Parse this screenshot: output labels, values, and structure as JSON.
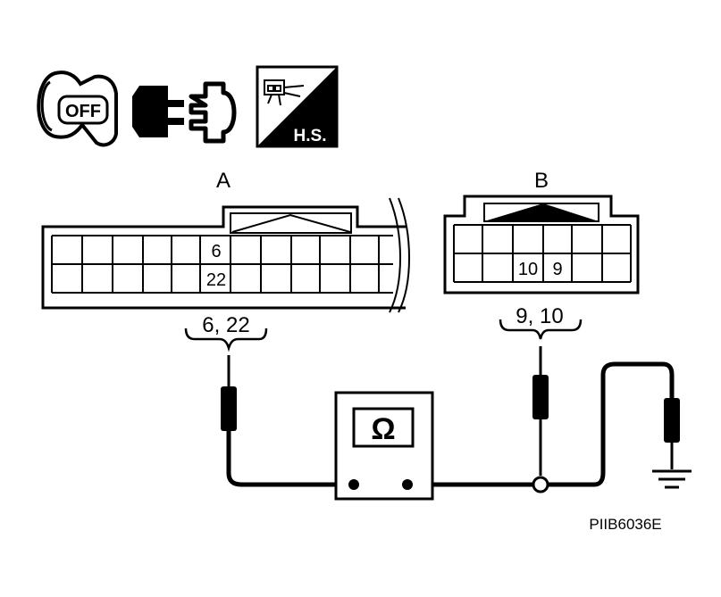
{
  "icons": {
    "ignition": {
      "name": "ignition-key-off-icon",
      "text": "OFF"
    },
    "connector": {
      "name": "disconnect-connector-icon"
    },
    "harness_side": {
      "name": "harness-side-icon",
      "text": "H.S."
    }
  },
  "connector_a": {
    "label": "A",
    "pin_top": "6",
    "pin_bottom": "22",
    "probe_label": "6, 22"
  },
  "connector_b": {
    "label": "B",
    "pin_left": "10",
    "pin_right": "9",
    "probe_label": "9, 10"
  },
  "meter": {
    "symbol": "Ω"
  },
  "ground": {
    "name": "ground-symbol"
  },
  "figure_id": "PIIB6036E",
  "colors": {
    "ink": "#000000",
    "background": "#ffffff"
  }
}
